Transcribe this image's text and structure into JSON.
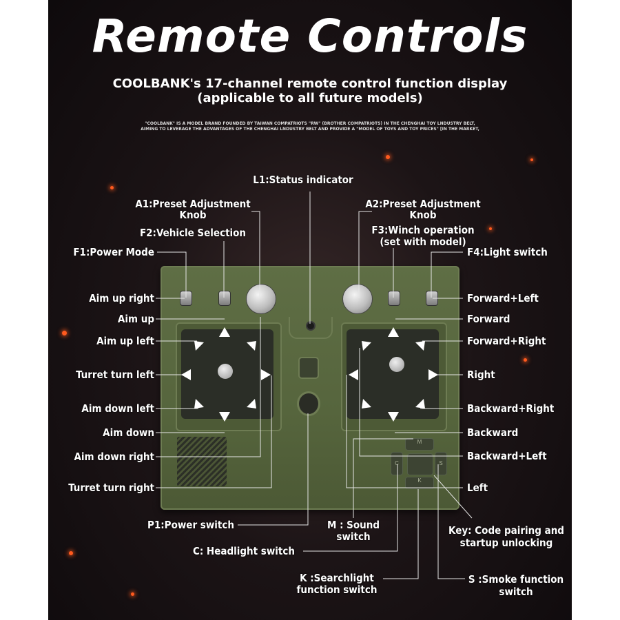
{
  "title": "Remote Controls",
  "subtitle_line1": "COOLBANK's 17-channel remote control function display",
  "subtitle_line2": "(applicable to all future models)",
  "fine_print_line1": "\"COOLBANK\" IS A MODEL BRAND FOUNDED BY TAIWAN COMPATRIOTS \"RW\" (BROTHER COMPATRIOTS) IN THE CHENGHAI TOY LNDUSTRY BELT,",
  "fine_print_line2": "AIMING TO LEVERAGE THE ADVANTAGES OF THE CHENGHAI LNDUSTRY BELT AND PROVIDE A \"MODEL OF TOYS AND TOY PRICES\" [IN THE MARKET,",
  "labels": {
    "status": "L1:Status indicator",
    "a1_line1": "A1:Preset Adjustment",
    "a1_line2": "Knob",
    "f2": "F2:Vehicle Selection",
    "f1": "F1:Power Mode",
    "a2_line1": "A2:Preset Adjustment",
    "a2_line2": "Knob",
    "f3_line1": "F3:Winch operation",
    "f3_line2": "(set with model)",
    "f4": "F4:Light switch",
    "aim_up_right": "Aim up right",
    "aim_up": "Aim up",
    "aim_up_left": "Aim up left",
    "turret_left": "Turret turn left",
    "aim_down_left": "Aim down left",
    "aim_down": "Aim down",
    "aim_down_right": "Aim down right",
    "turret_right": "Turret turn right",
    "forward_left": "Forward+Left",
    "forward": "Forward",
    "forward_right": "Forward+Right",
    "right": "Right",
    "backward_right": "Backward+Right",
    "backward": "Backward",
    "backward_left": "Backward+Left",
    "left": "Left",
    "power_switch": "P1:Power switch",
    "sound_line1": "M : Sound",
    "sound_line2": "switch",
    "key_line1": "Key: Code pairing and",
    "key_line2": "startup unlocking",
    "headlight": "C: Headlight switch",
    "search_line1": "K :Searchlight",
    "search_line2": "function switch",
    "smoke_line1": "S :Smoke function",
    "smoke_line2": "switch"
  },
  "buttons": {
    "m": "M",
    "c": "C",
    "s": "S",
    "k": "K"
  },
  "colors": {
    "device": "#56653d",
    "background": "#1c1416",
    "ember": "#ff5a1e",
    "text": "#ffffff"
  }
}
